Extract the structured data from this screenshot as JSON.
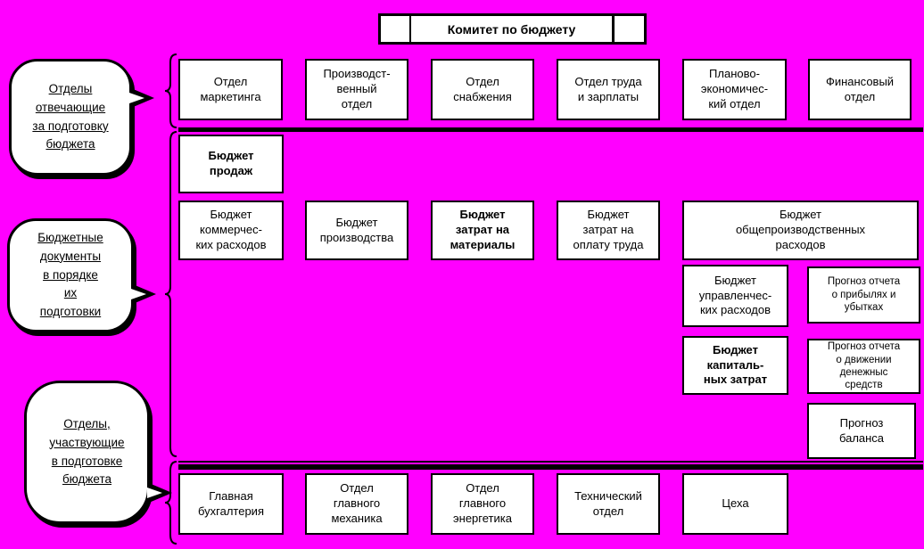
{
  "colors": {
    "background": "#FF00FF",
    "box_background": "#FFFFFF",
    "line": "#000000"
  },
  "committee": {
    "label": "Комитет по бюджету"
  },
  "callouts": {
    "responsible": "Отделы\nотвечающие\nза подготовку\nбюджета",
    "documents": "Бюджетные\nдокументы\nв порядке\nих\nподготовки",
    "participating": "Отделы,\nучаствующие\nв подготовке\nбюджета"
  },
  "top_departments": {
    "marketing": "Отдел\nмаркетинга",
    "production": "Производст-\nвенный\nотдел",
    "supply": "Отдел\nснабжения",
    "labor_wages": "Отдел труда\nи зарплаты",
    "planning_economic": "Планово-\nэкономичес-\nкий отдел",
    "finance": "Финансовый\nотдел"
  },
  "budgets": {
    "sales": "Бюджет\nпродаж",
    "commercial_expenses": "Бюджет\nкоммерчес-\nких расходов",
    "production": "Бюджет\nпроизводства",
    "material_costs": "Бюджет\nзатрат на\nматериалы",
    "labor_costs": "Бюджет\nзатрат на\nоплату труда",
    "overhead": "Бюджет\nобщепроизводственных\nрасходов",
    "administrative_expenses": "Бюджет\nуправленчес-\nких расходов",
    "profit_loss_forecast": "Прогноз отчета\nо прибылях и\nубытках",
    "capital_expenditures": "Бюджет\nкапиталь-\nных затрат",
    "cash_flow_forecast": "Прогноз отчета\nо движении\nденежныс\nсредств",
    "balance_forecast": "Прогноз\nбаланса"
  },
  "bottom_departments": {
    "accounting": "Главная\nбухгалтерия",
    "chief_mechanic": "Отдел\nглавного\nмеханика",
    "chief_power": "Отдел\nглавного\nэнергетика",
    "technical": "Технический\nотдел",
    "workshops": "Цеха"
  }
}
